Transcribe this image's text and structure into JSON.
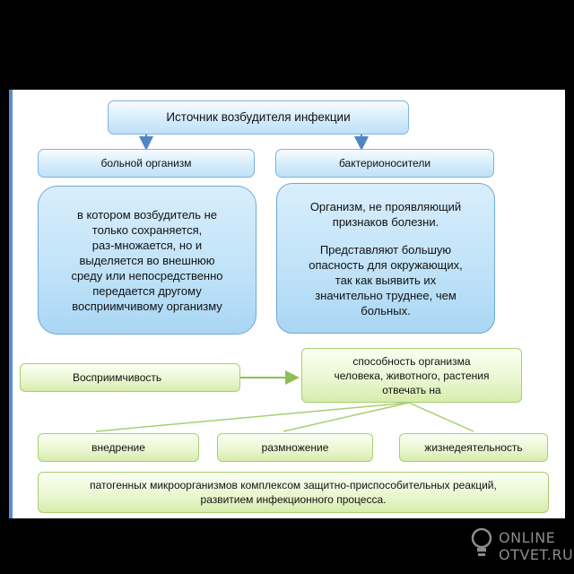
{
  "source": "Источник возбудителя инфекции",
  "sick": "больной организм",
  "carriers": "бактерионосители",
  "sick_desc": [
    "в котором возбудитель не",
    "только сохраняется,",
    "раз-множается, но и",
    "выделяется во внешнюю",
    "среду или непосредственно",
    "передается другому",
    "восприимчивому организму"
  ],
  "carriers_desc_1": [
    "Организм, не проявляющий",
    "признаков болезни."
  ],
  "carriers_desc_2": [
    "Представляют большую",
    "опасность для окружающих,",
    "так как выявить их",
    "значительно труднее, чем",
    "больных."
  ],
  "susceptibility": "Восприимчивость",
  "ability": [
    "способность организма",
    "человека, животного, растения",
    "отвечать на"
  ],
  "invasion": "внедрение",
  "reproduction": "размножение",
  "vital_activity": "жизнедеятельность",
  "response": [
    "патогенных микроорганизмов комплексом защитно-приспособительных реакций,",
    "развитием инфекционного процесса."
  ],
  "watermark": [
    "ONLINE",
    "OTVET.RU"
  ],
  "colors": {
    "blue_border": "#7fb3dc",
    "green_border": "#a9cf72",
    "arrow_blue": "#4f86c6",
    "arrow_green": "#8cc152"
  }
}
